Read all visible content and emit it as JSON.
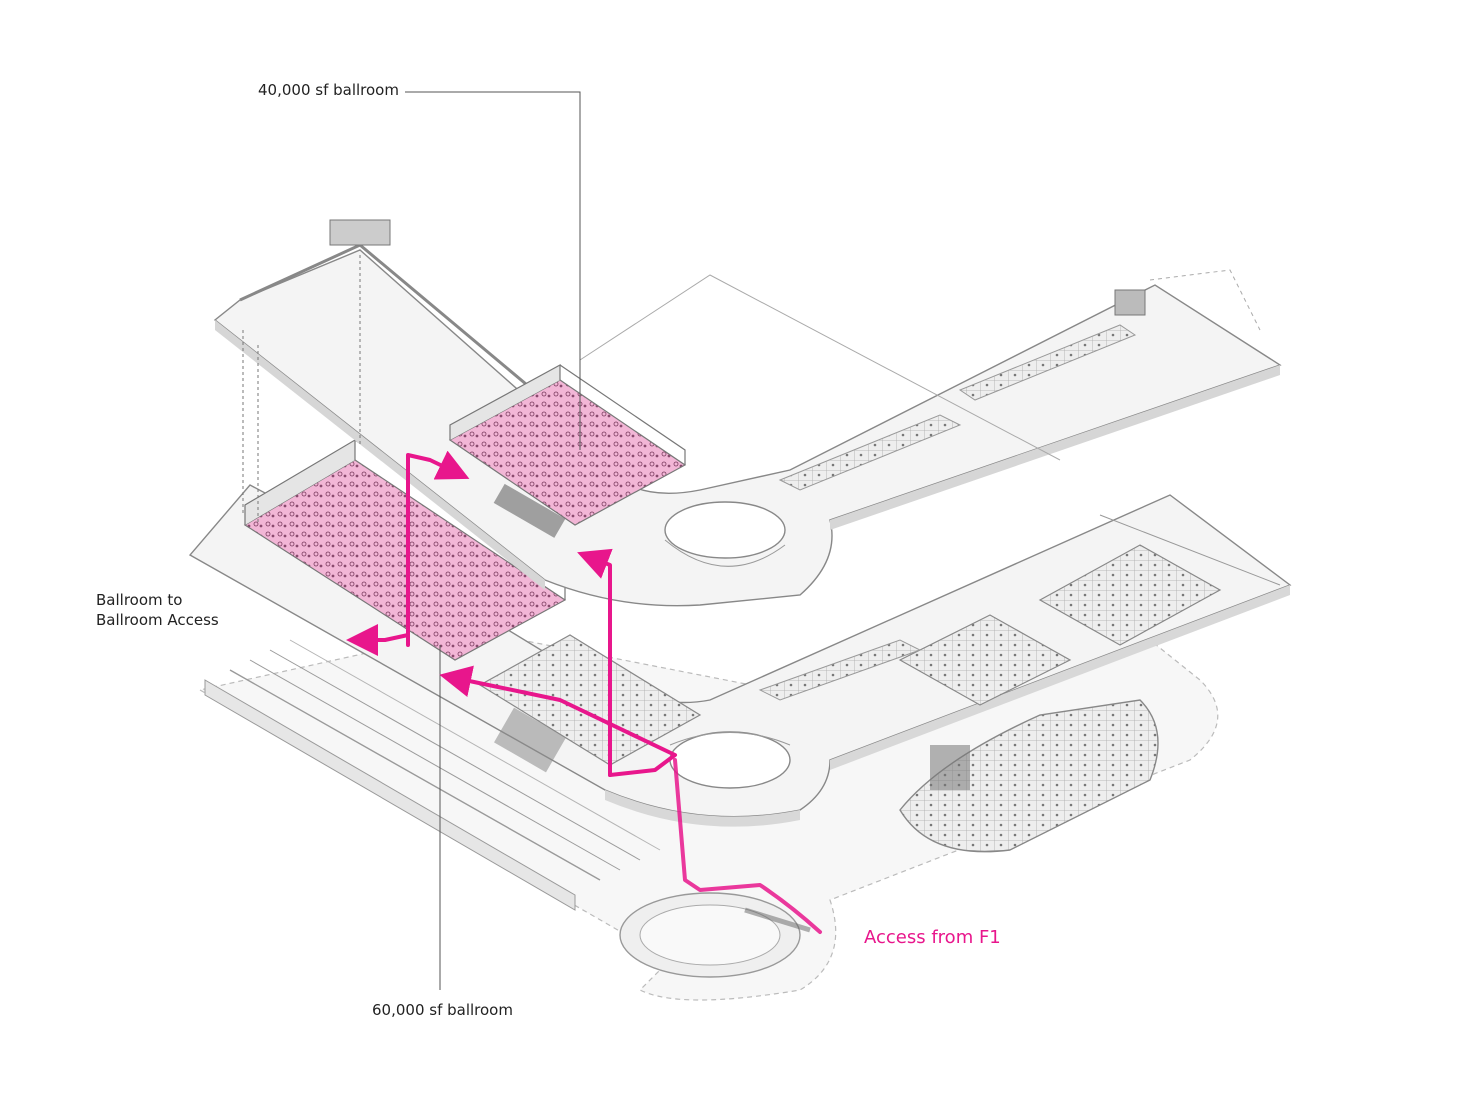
{
  "labels": {
    "ballroom_40k": "40,000 sf ballroom",
    "ballroom_60k": "60,000 sf ballroom",
    "b2b_line1": "Ballroom to",
    "b2b_line2": "Ballroom Access",
    "access_f1": "Access from F1"
  },
  "colors": {
    "accent": "#e8168c",
    "ballroom_fill": "#f2b6d6",
    "slab": "#f4f4f4",
    "wall": "#9a9a9a",
    "line": "#555555"
  }
}
